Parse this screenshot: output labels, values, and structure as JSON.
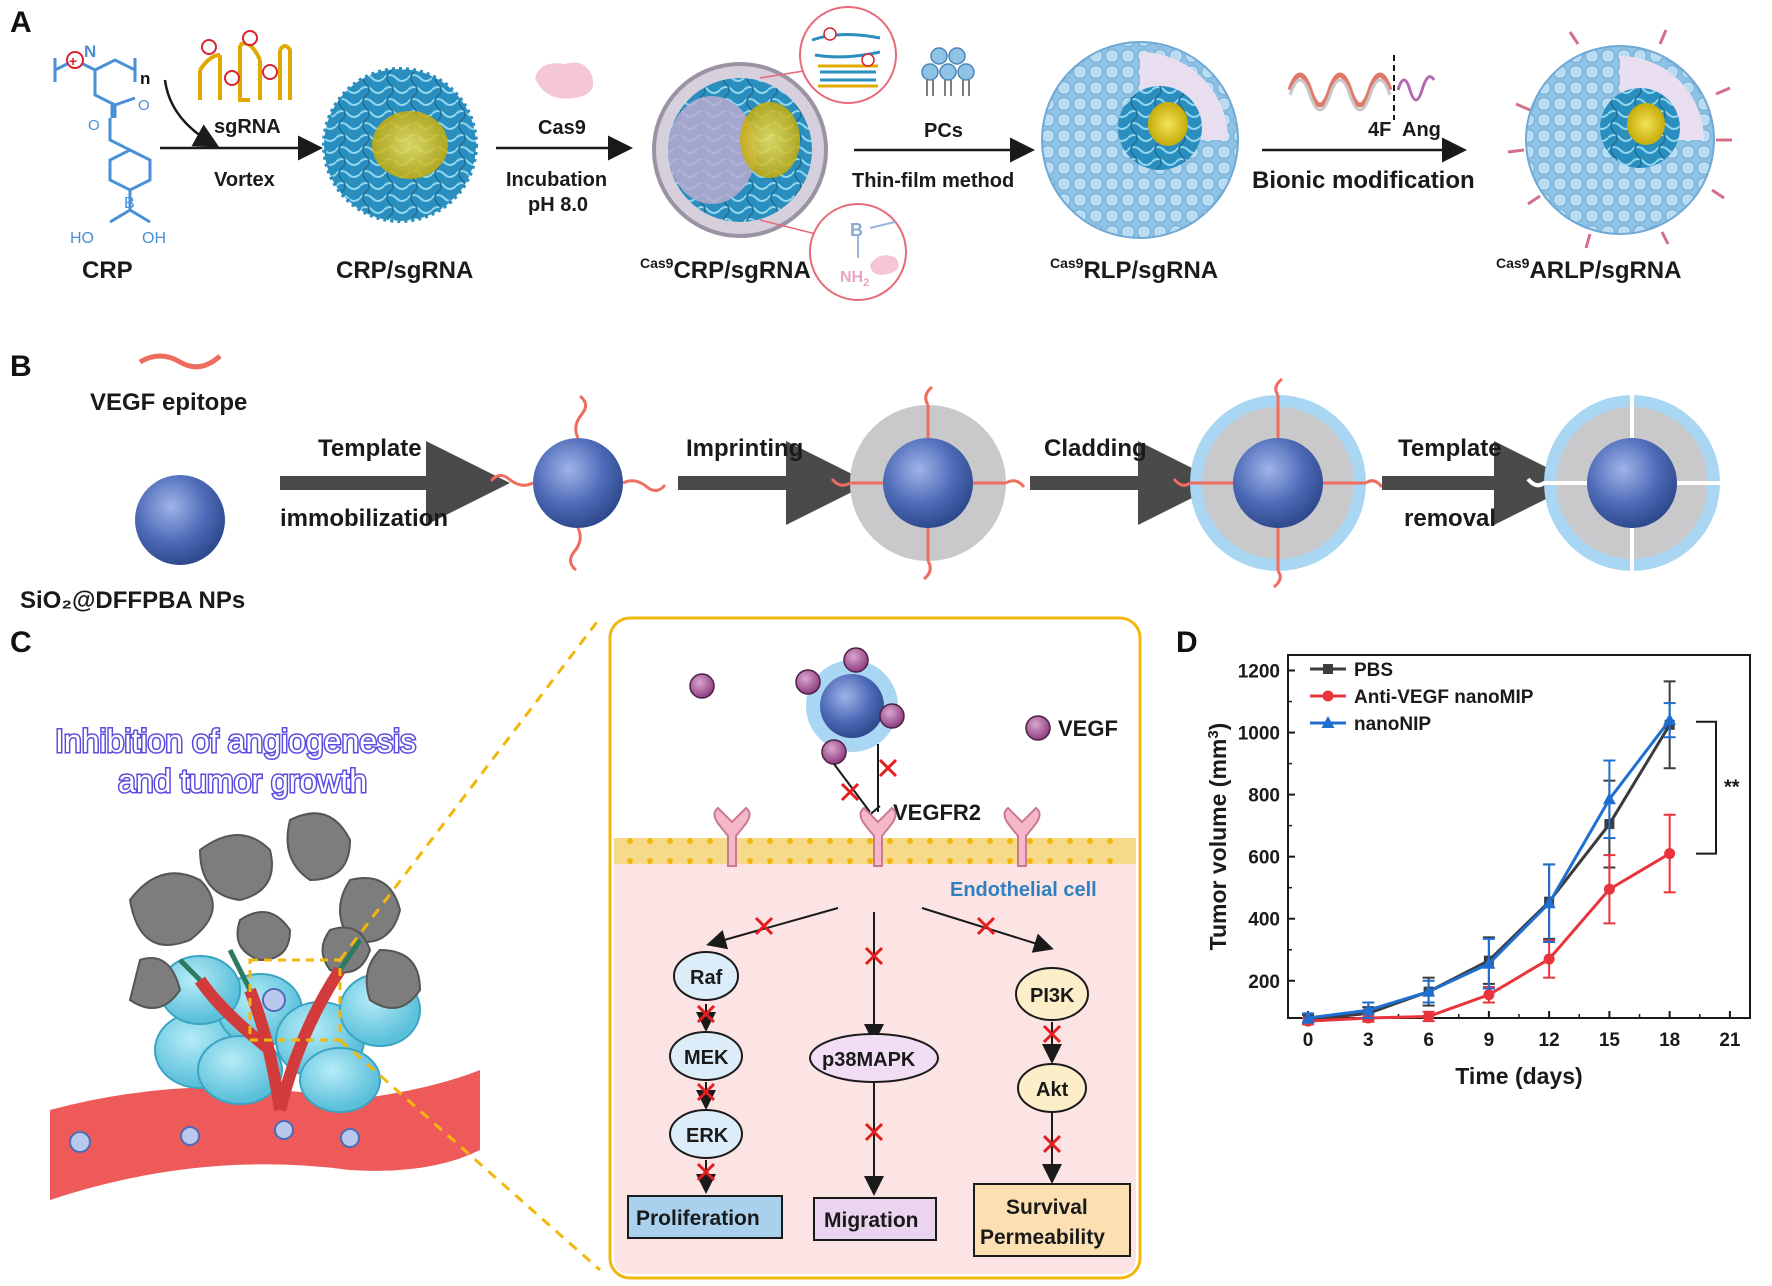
{
  "panels": {
    "a": "A",
    "b": "B",
    "c": "C",
    "d": "D"
  },
  "panel_a": {
    "crp_label": "CRP",
    "n_sub": "n",
    "boron": "B",
    "ho": "HO",
    "oh": "OH",
    "nh2": "NH",
    "nh2_sub": "2",
    "step1_top": "sgRNA",
    "step1_bottom": "Vortex",
    "crp_sgrna": "CRP/sgRNA",
    "step2_top": "Cas9",
    "step2_bottom1": "Incubation",
    "step2_bottom2": "pH 8.0",
    "cas9_sup": "Cas9",
    "cas9_crp": "CRP/sgRNA",
    "step3_top": "PCs",
    "step3_bottom": "Thin-film method",
    "cas9_rlp": "RLP/sgRNA",
    "step4_top_left": "4F",
    "step4_top_right": "Ang",
    "step4_bottom": "Bionic modification",
    "cas9_arlp": "ARLP/sgRNA"
  },
  "panel_b": {
    "epitope": "VEGF epitope",
    "np_label": "SiO₂@DFFPBA NPs",
    "step1_top": "Template",
    "step1_bottom": "immobilization",
    "step2": "Imprinting",
    "step3": "Cladding",
    "step4_top": "Template",
    "step4_bottom": "removal"
  },
  "panel_c": {
    "headline1": "Inhibition of angiogenesis",
    "headline2": "and tumor growth",
    "vegf": "VEGF",
    "vegfr2": "VEGFR2",
    "endothelial": "Endothelial cell",
    "raf": "Raf",
    "mek": "MEK",
    "erk": "ERK",
    "p38": "p38MAPK",
    "pi3k": "PI3K",
    "akt": "Akt",
    "proliferation": "Proliferation",
    "migration": "Migration",
    "survival1": "Survival",
    "survival2": "Permeability"
  },
  "chart_data": {
    "type": "line",
    "xlabel": "Time (days)",
    "ylabel": "Tumor volume (mm",
    "ylabel_sup": "3",
    "ylabel_end": ")",
    "xlim": [
      -1,
      22
    ],
    "ylim": [
      80,
      1250
    ],
    "xticks": [
      0,
      3,
      6,
      9,
      12,
      15,
      18,
      21
    ],
    "yticks": [
      200,
      400,
      600,
      800,
      1000,
      1200
    ],
    "significance": "**",
    "series": [
      {
        "name": "PBS",
        "color": "#3c3c3c",
        "marker": "square",
        "x": [
          0,
          3,
          6,
          9,
          12,
          15,
          18
        ],
        "y": [
          75,
          95,
          165,
          265,
          455,
          705,
          1025
        ],
        "err": [
          15,
          20,
          45,
          75,
          120,
          140,
          140
        ]
      },
      {
        "name": "Anti-VEGF nanoMIP",
        "color": "#e8343a",
        "marker": "circle",
        "x": [
          0,
          3,
          6,
          9,
          12,
          15,
          18
        ],
        "y": [
          70,
          80,
          85,
          155,
          270,
          495,
          610
        ],
        "err": [
          10,
          12,
          15,
          25,
          60,
          110,
          125
        ]
      },
      {
        "name": "nanoNIP",
        "color": "#1f6fd1",
        "marker": "triangle",
        "x": [
          0,
          3,
          6,
          9,
          12,
          15,
          18
        ],
        "y": [
          80,
          105,
          165,
          255,
          450,
          785,
          1040
        ],
        "err": [
          15,
          25,
          35,
          80,
          125,
          125,
          55
        ]
      }
    ]
  }
}
